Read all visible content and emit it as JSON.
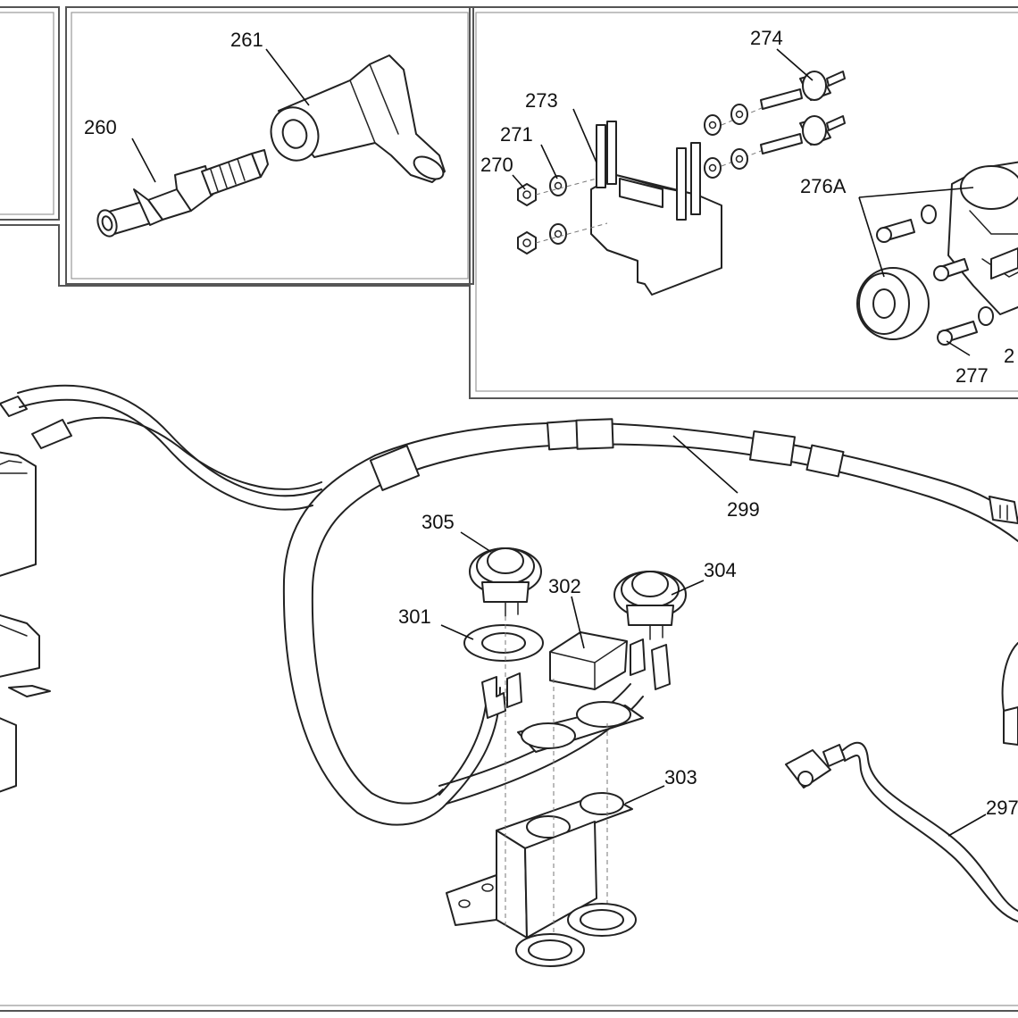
{
  "callouts": {
    "c260": "260",
    "c261": "261",
    "c270": "270",
    "c271": "271",
    "c273": "273",
    "c274": "274",
    "c276a": "276A",
    "c277": "277",
    "c2xx": "2",
    "c297": "297",
    "c299": "299",
    "c301": "301",
    "c302": "302",
    "c303": "303",
    "c304": "304",
    "c305": "305"
  }
}
